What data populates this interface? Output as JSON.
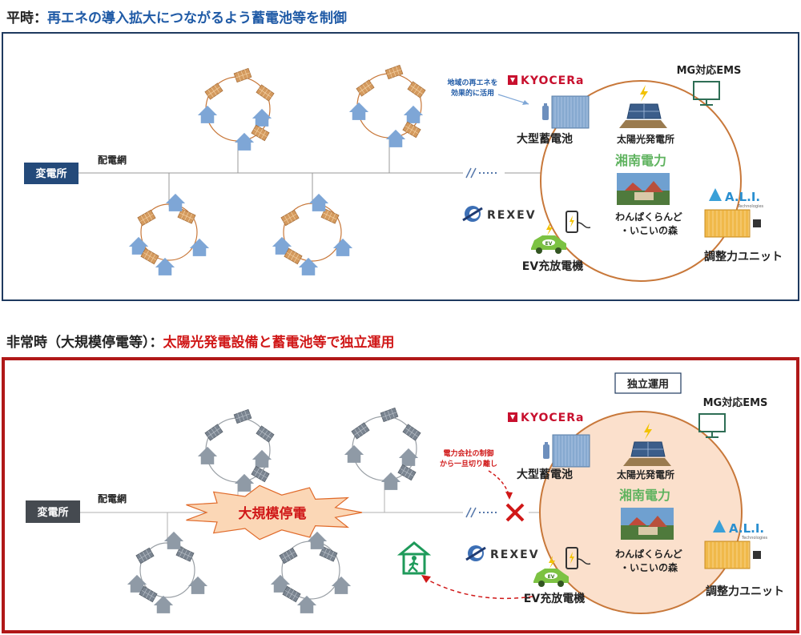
{
  "colors": {
    "normal_heading": "#1f5aa6",
    "emergency_heading": "#d01818",
    "house_normal": "#7ea6d6",
    "house_emergency": "#8f9aa6",
    "orange_ring": "#c8783a",
    "emergency_panel_border": "#b01818",
    "blackout_burst": "#fbd7b6"
  },
  "icons": {
    "house": "house-icon",
    "solar": "solar-panel-icon",
    "battery": "battery-icon",
    "monitor": "monitor-icon",
    "charger": "ev-charger-icon",
    "car": "ev-car-icon",
    "evacuation": "evacuation-icon",
    "disconnect": "x-mark-icon"
  },
  "normal": {
    "label": "平時：",
    "title": "再エネの導入拡大につながるよう蓄電池等を制御",
    "substation": "変電所",
    "grid": "配電網",
    "annotation_line1": "地域の再エネを",
    "annotation_line2": "効果的に活用",
    "kyocera": "KYOCERa",
    "battery": "大型蓄電池",
    "solar_plant": "太陽光発電所",
    "mg_ems": "MG対応EMS",
    "shonan": "湘南電力",
    "site_line1": "わんぱくらんど",
    "site_line2": "・いこいの森",
    "rexev": "REXEV",
    "ev": "EV充放電機",
    "ev_badge": "EV",
    "ali": "A.L.I.",
    "ali_sub": "Technologies",
    "unit": "調整力ユニット"
  },
  "emergency": {
    "label": "非常時（大規模停電等）：",
    "title": "太陽光発電設備と蓄電池等で独立運用",
    "badge": "独立運用",
    "substation": "変電所",
    "grid": "配電網",
    "blackout": "大規模停電",
    "annotation_line1": "電力会社の制御",
    "annotation_line2": "から一旦切り離し",
    "kyocera": "KYOCERa",
    "battery": "大型蓄電池",
    "solar_plant": "太陽光発電所",
    "mg_ems": "MG対応EMS",
    "shonan": "湘南電力",
    "site_line1": "わんぱくらんど",
    "site_line2": "・いこいの森",
    "rexev": "REXEV",
    "ev": "EV充放電機",
    "ev_badge": "EV",
    "ali": "A.L.I.",
    "ali_sub": "Technologies",
    "unit": "調整力ユニット"
  }
}
